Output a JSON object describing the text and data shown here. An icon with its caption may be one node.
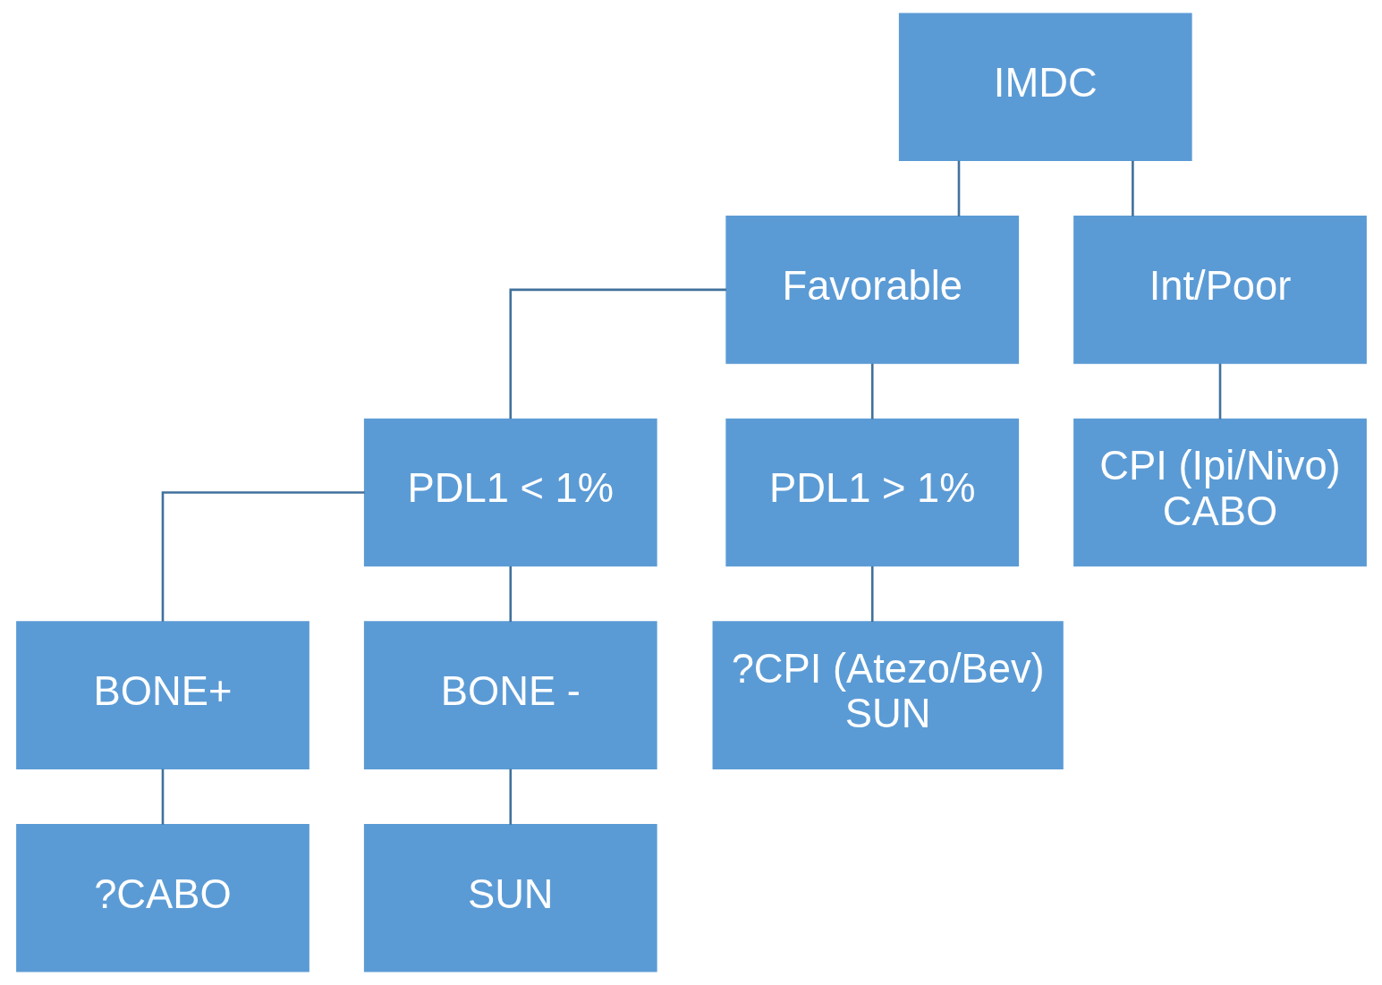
{
  "diagram": {
    "nodes": [
      {
        "text": [
          "IMDC"
        ]
      },
      {
        "text": [
          "Favorable"
        ]
      },
      {
        "text": [
          "Int/Poor"
        ]
      },
      {
        "text": [
          "PDL1 < 1%"
        ]
      },
      {
        "text": [
          "PDL1 > 1%"
        ]
      },
      {
        "text": [
          "CPI (Ipi/Nivo)",
          "CABO"
        ]
      },
      {
        "text": [
          "BONE+"
        ]
      },
      {
        "text": [
          "BONE -"
        ]
      },
      {
        "text": [
          "?CPI (Atezo/Bev)",
          "SUN"
        ]
      },
      {
        "text": [
          "?CABO"
        ]
      },
      {
        "text": [
          "SUN"
        ]
      }
    ],
    "edges": [
      {
        "from": 0,
        "to": 1,
        "arrow": "none"
      },
      {
        "from": 0,
        "to": 2,
        "arrow": "none"
      },
      {
        "from": 1,
        "to": 3,
        "arrow": "none"
      },
      {
        "from": 1,
        "to": 4,
        "arrow": "none"
      },
      {
        "from": 2,
        "to": 5,
        "arrow": "none"
      },
      {
        "from": 3,
        "to": 6,
        "arrow": "none"
      },
      {
        "from": 3,
        "to": 7,
        "arrow": "none"
      },
      {
        "from": 4,
        "to": 8,
        "arrow": "none"
      },
      {
        "from": 6,
        "to": 9,
        "arrow": "none"
      },
      {
        "from": 7,
        "to": 10,
        "arrow": "none"
      }
    ]
  }
}
